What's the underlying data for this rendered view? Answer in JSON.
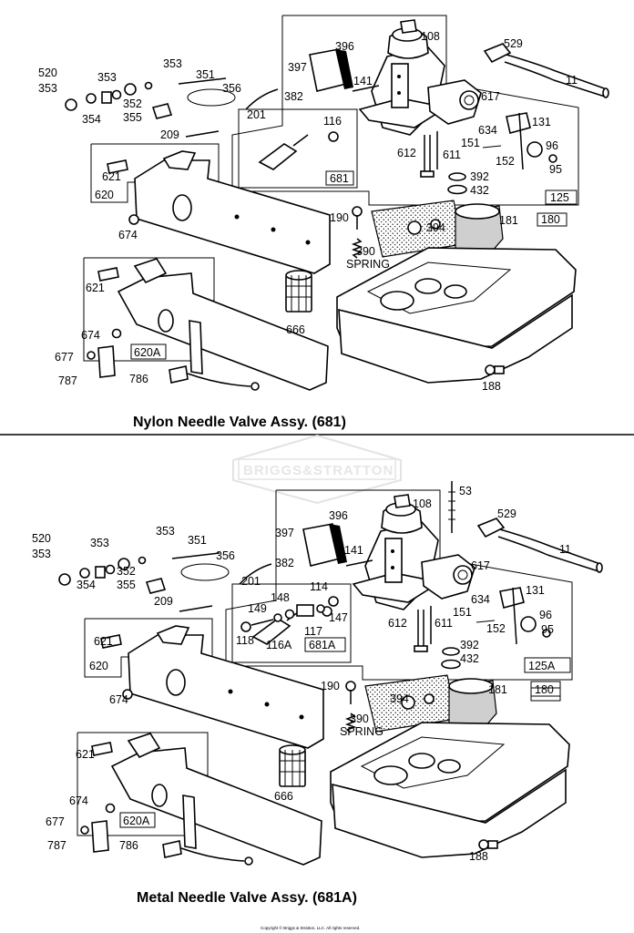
{
  "upper": {
    "title": "Nylon Needle Valve Assy. (681)",
    "labels": {
      "p520": "520",
      "p353a": "353",
      "p354": "354",
      "p353b": "353",
      "p352": "352",
      "p355": "355",
      "p353c": "353",
      "p351": "351",
      "p356": "356",
      "p397": "397",
      "p396": "396",
      "p382": "382",
      "p201": "201",
      "p209": "209",
      "p141": "141",
      "p108": "108",
      "p529": "529",
      "p11": "11",
      "p617": "617",
      "p116": "116",
      "p634": "634",
      "p131": "131",
      "p151": "151",
      "p96": "96",
      "p152": "152",
      "p95": "95",
      "p612": "612",
      "p611": "611",
      "p392": "392",
      "p432": "432",
      "p681": "681",
      "p125": "125",
      "p621a": "621",
      "p620": "620",
      "p674a": "674",
      "p190": "190",
      "p394": "394",
      "p181": "181",
      "p180": "180",
      "p390": "390",
      "spring": "SPRING",
      "p621b": "621",
      "p666": "666",
      "p674b": "674",
      "p677": "677",
      "p620a": "620A",
      "p787": "787",
      "p786": "786",
      "p188": "188"
    }
  },
  "watermark": "BRIGGS&STRATTON",
  "lower": {
    "title": "Metal Needle Valve Assy. (681A)",
    "labels": {
      "p520": "520",
      "p353a": "353",
      "p354": "354",
      "p353b": "353",
      "p352": "352",
      "p355": "355",
      "p353c": "353",
      "p351": "351",
      "p356": "356",
      "p397": "397",
      "p396": "396",
      "p382": "382",
      "p201": "201",
      "p209": "209",
      "p141": "141",
      "p108": "108",
      "p53": "53",
      "p529": "529",
      "p11": "11",
      "p617": "617",
      "p114": "114",
      "p149": "149",
      "p148": "148",
      "p147": "147",
      "p118": "118",
      "p116a": "116A",
      "p117": "117",
      "p681a": "681A",
      "p634": "634",
      "p131": "131",
      "p151": "151",
      "p96": "96",
      "p152": "152",
      "p95": "95",
      "p612": "612",
      "p611": "611",
      "p392": "392",
      "p432": "432",
      "p125a": "125A",
      "p621a": "621",
      "p620": "620",
      "p674a": "674",
      "p190": "190",
      "p394": "394",
      "p181": "181",
      "p180": "180",
      "p390": "390",
      "spring": "SPRING",
      "p621b": "621",
      "p666": "666",
      "p674b": "674",
      "p677": "677",
      "p620a": "620A",
      "p787": "787",
      "p786": "786",
      "p188": "188"
    }
  },
  "copyright": "Copyright © Briggs & Stratton, LLC. All rights reserved."
}
